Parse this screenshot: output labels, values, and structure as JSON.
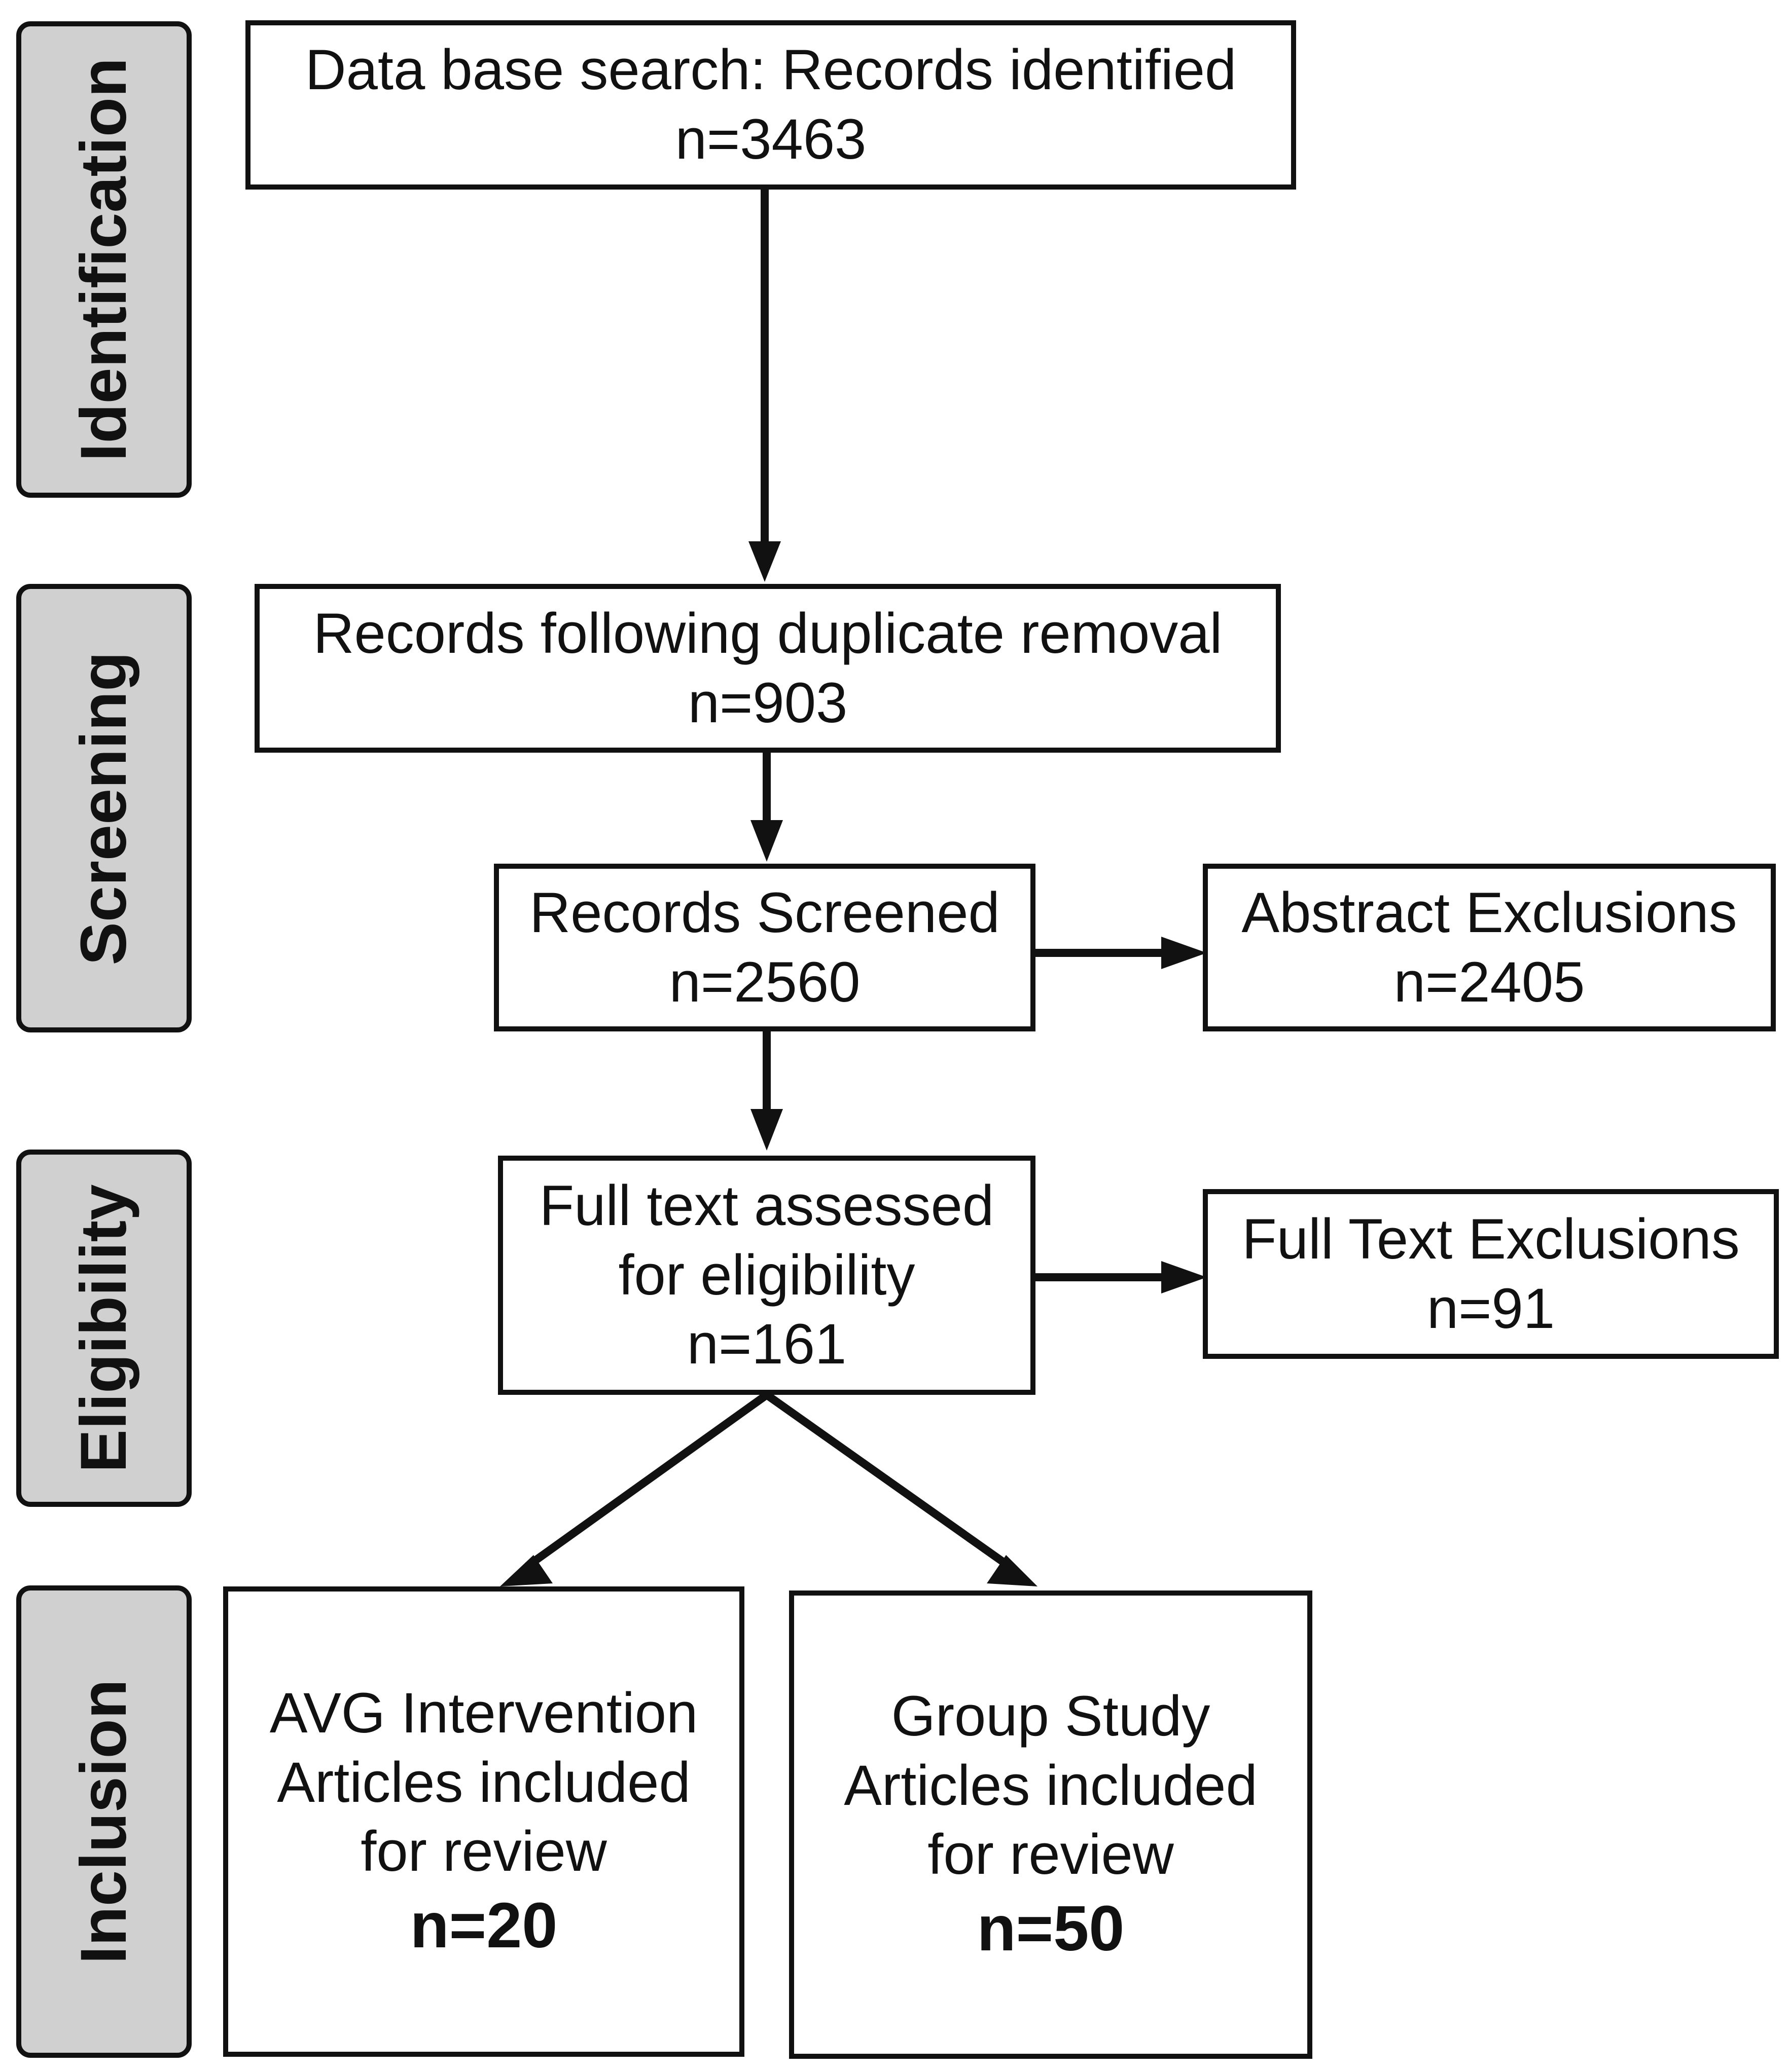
{
  "stages": {
    "identification": "Identification",
    "screening": "Screening",
    "eligibility": "Eligibility",
    "inclusion": "Inclusion"
  },
  "boxes": {
    "database_search": {
      "line1": "Data base search: Records identified",
      "count": "n=3463"
    },
    "duplicate_removal": {
      "line1": "Records following duplicate removal",
      "count": "n=903"
    },
    "records_screened": {
      "line1": "Records Screened",
      "count": "n=2560"
    },
    "abstract_exclusions": {
      "line1": "Abstract Exclusions",
      "count": "n=2405"
    },
    "full_text_assessed": {
      "line1": "Full text assessed",
      "line2": "for eligibility",
      "count": "n=161"
    },
    "full_text_exclusions": {
      "line1": "Full Text Exclusions",
      "count": "n=91"
    },
    "avg_intervention": {
      "line1": "AVG Intervention",
      "line2": "Articles included",
      "line3": "for review",
      "count": "n=20"
    },
    "group_study": {
      "line1": "Group Study",
      "line2": "Articles included",
      "line3": "for review",
      "count": "n=50"
    }
  },
  "colors": {
    "stage_fill": "#d0d0d0",
    "line": "#111111",
    "box_fill": "#ffffff"
  }
}
